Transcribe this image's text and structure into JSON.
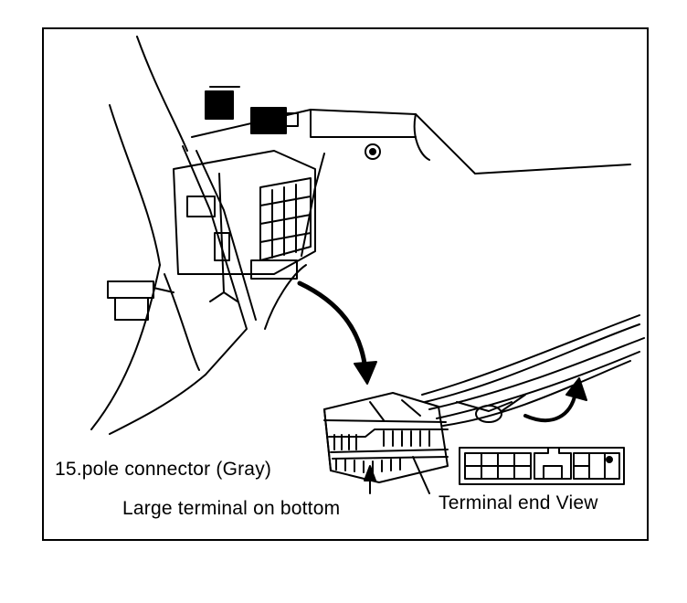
{
  "labels": {
    "connector": "15.pole connector (Gray)",
    "large_terminal": "Large terminal on bottom",
    "terminal_view": "Terminal end View"
  },
  "colors": {
    "ink": "#000000",
    "paper": "#ffffff"
  }
}
